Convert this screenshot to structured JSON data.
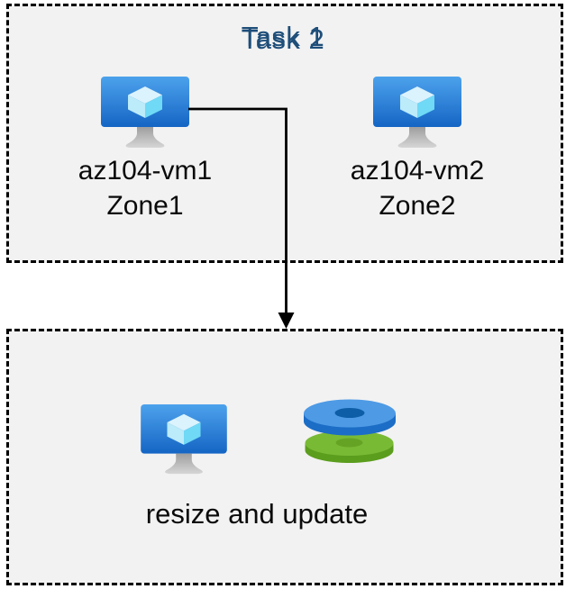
{
  "diagram": {
    "task1": {
      "title": "Task 1",
      "vms": [
        {
          "name": "az104-vm1",
          "zone": "Zone1",
          "icon": "virtual-machine-icon"
        },
        {
          "name": "az104-vm2",
          "zone": "Zone2",
          "icon": "virtual-machine-icon"
        }
      ]
    },
    "task2": {
      "title": "Task 2",
      "caption": "resize and update",
      "icons": [
        "virtual-machine-icon",
        "managed-disks-icon"
      ]
    },
    "connector": {
      "type": "elbow-arrow",
      "from": "az104-vm1",
      "to": "Task 2"
    }
  },
  "colors": {
    "background": "#ffffff",
    "box_fill": "#f2f2f2",
    "box_border": "#000000",
    "title_text": "#1e4e79",
    "label_text": "#0a0a0a",
    "arrow": "#000000",
    "vm_screen_top": "#4da2ec",
    "vm_screen_bottom": "#1465c4",
    "cube_top": "#dbf3fd",
    "cube_left": "#bcebfa",
    "cube_right": "#6fd9f6",
    "disk_blue_face": "#4e9ae5",
    "disk_blue_rim": "#1c6dc6",
    "disk_blue_hole": "#0d5ea6",
    "disk_green_face": "#79ba35",
    "disk_green_rim": "#5b9d1d",
    "disk_green_hole": "#65a324"
  }
}
